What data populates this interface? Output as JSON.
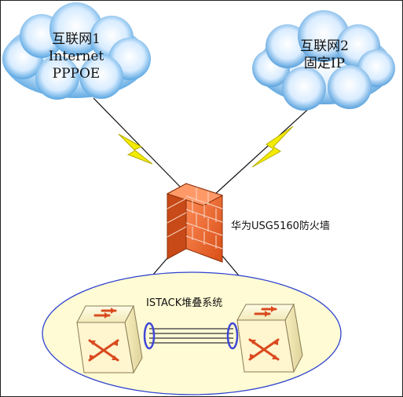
{
  "diagram": {
    "cloud1": {
      "line1": "互联网1",
      "line2": "Internet",
      "line3": "PPPOE"
    },
    "cloud2": {
      "line1": "互联网2",
      "line2": "固定IP"
    },
    "firewall": {
      "label": "华为USG5160防火墙"
    },
    "stack": {
      "label": "ISTACK堆叠系统"
    }
  },
  "colors": {
    "cloud_light": "#e9f4ff",
    "cloud_dark": "#2f8fd8",
    "lightning": "#f4ec00",
    "firewall": "#ef6a2f",
    "stack_fill": "#fffbd4",
    "stack_border": "#2d43cf",
    "switch_face": "#fff8d7",
    "switch_arrow": "#d94a1e",
    "link_ring": "#4047d6"
  }
}
